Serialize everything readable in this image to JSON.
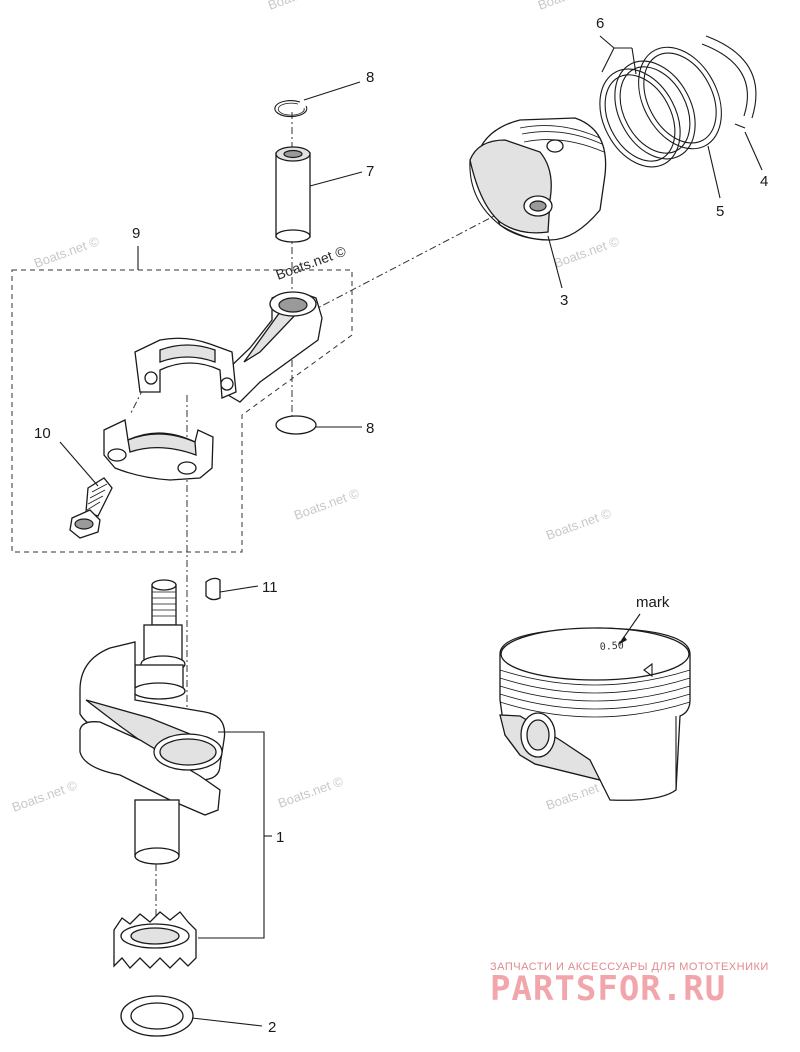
{
  "callouts": {
    "c1": "1",
    "c2": "2",
    "c3": "3",
    "c4": "4",
    "c5": "5",
    "c6": "6",
    "c7": "7",
    "c8_top": "8",
    "c8_bottom": "8",
    "c9": "9",
    "c10": "10",
    "c11": "11"
  },
  "detail": {
    "mark_label": "mark",
    "ring_marking": "0.50"
  },
  "watermarks": {
    "text": "Boats.net ©"
  },
  "advert": {
    "tagline": "ЗАПЧАСТИ И АКСЕССУАРЫ ДЛЯ МОТОТЕХНИКИ",
    "brand": "PARTSFOR.RU"
  },
  "colors": {
    "ink": "#1a1a1a",
    "shade": "#e2e2e2",
    "watermark": "#c8c8c8",
    "advert": "#f2a6ac"
  }
}
